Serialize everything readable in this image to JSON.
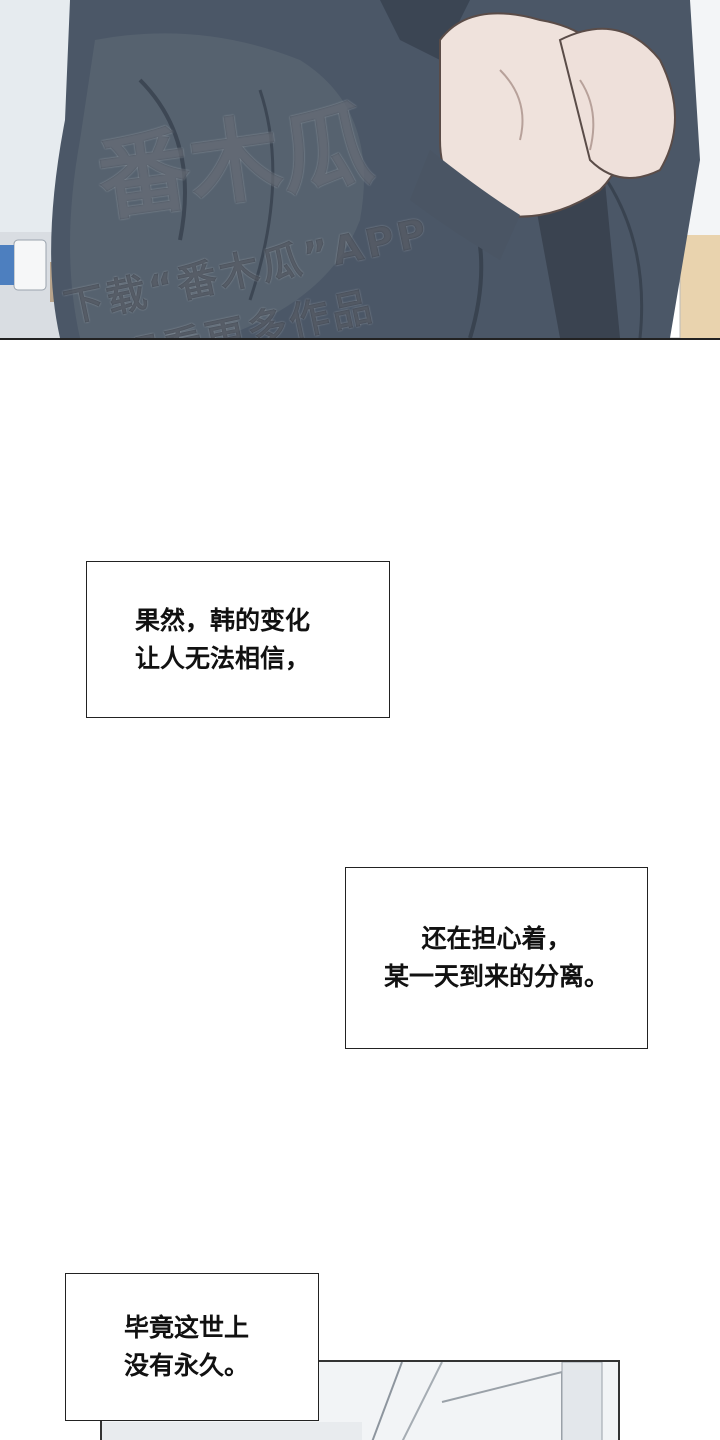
{
  "watermark": {
    "logo_text": "番木瓜",
    "line1": "下载“番木瓜”APP",
    "line2": "观看更多作品"
  },
  "captions": [
    {
      "text": "果然，韩的变化\n让人无法相信，"
    },
    {
      "text": "还在担心着，\n某一天到来的分离。"
    },
    {
      "text": "毕竟这世上\n没有永久。"
    }
  ],
  "colors": {
    "shirt": "#4a5666",
    "skin": "#efe2dc",
    "background": "#ffffff",
    "border": "#222222"
  }
}
